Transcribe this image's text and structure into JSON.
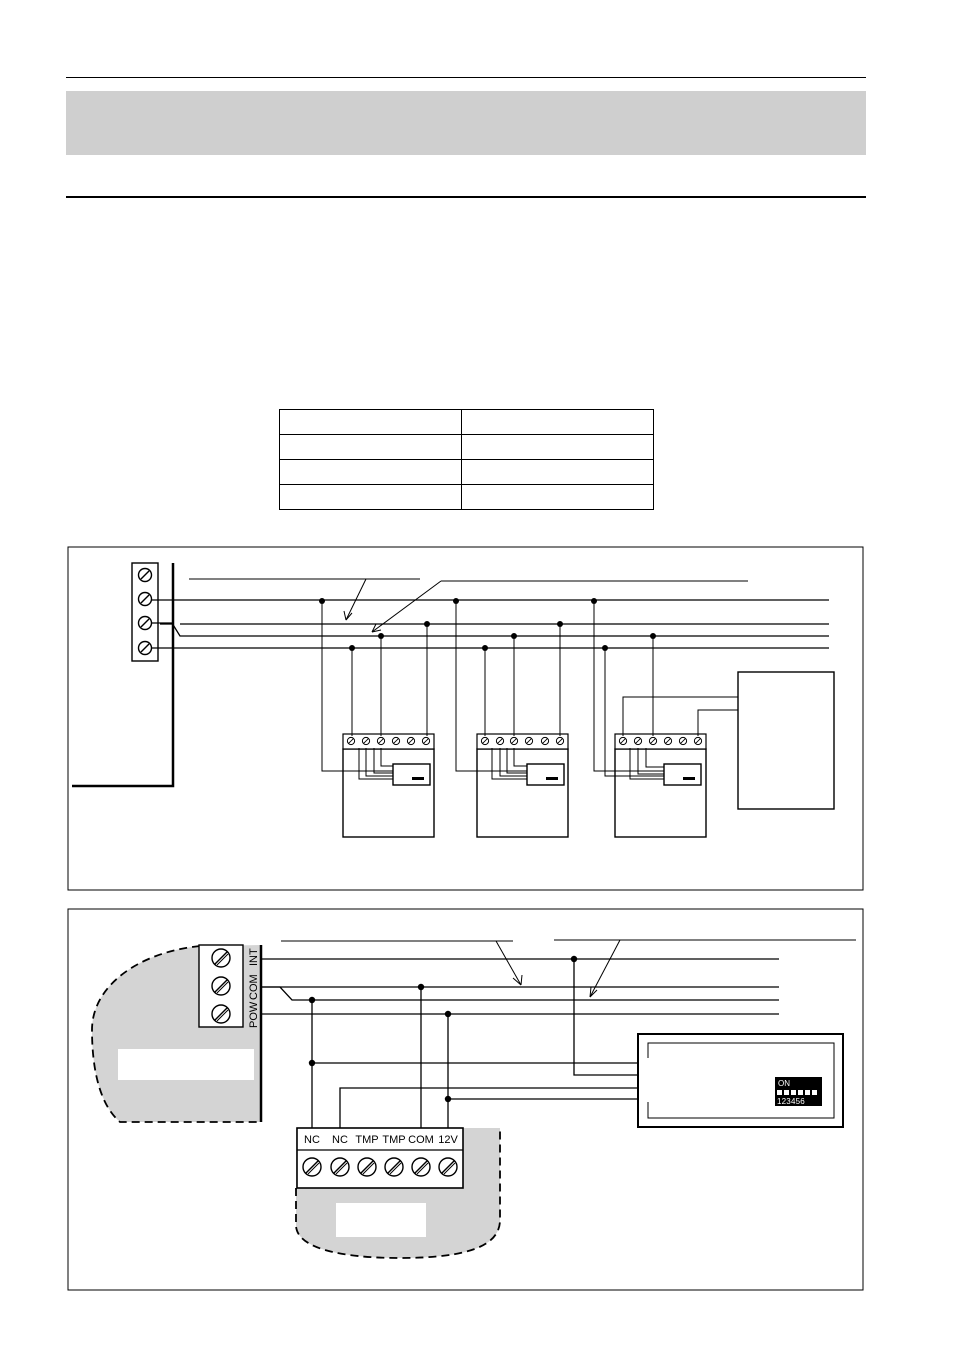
{
  "diagram2": {
    "panel_terminals": [
      "INT",
      "COM",
      "POW"
    ],
    "tamper_block_labels": [
      "NC",
      "NC",
      "TMP",
      "TMP",
      "COM",
      "12V"
    ],
    "dip_switch": {
      "on_label": "ON",
      "numbers": "123456"
    }
  }
}
